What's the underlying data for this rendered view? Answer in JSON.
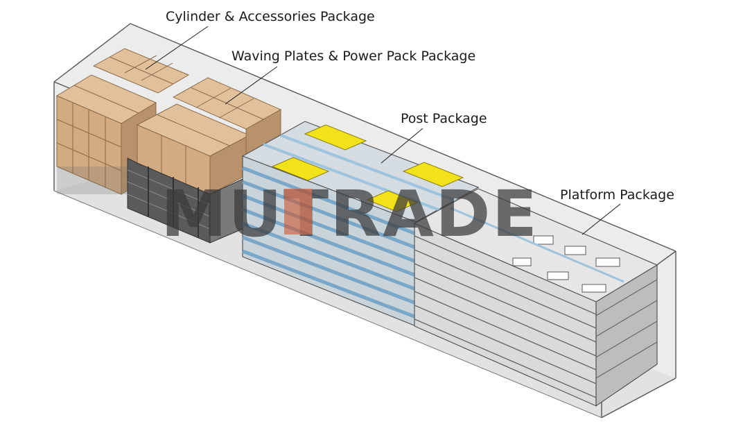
{
  "labels": {
    "cylinder": "Cylinder & Accessories Package",
    "waving": "Waving Plates & Power Pack Package",
    "post": "Post Package",
    "platform": "Platform Package"
  },
  "watermark": {
    "text": "MUTRADE",
    "color": "#3a3a3a",
    "accent_color": "#d2542a"
  },
  "colors": {
    "carton": "#d6b28a",
    "carton_dark": "#a88058",
    "post_highlight": "#f2e21a",
    "steel_blue": "#9ec3dc",
    "container_edge": "#4a4a4a"
  }
}
